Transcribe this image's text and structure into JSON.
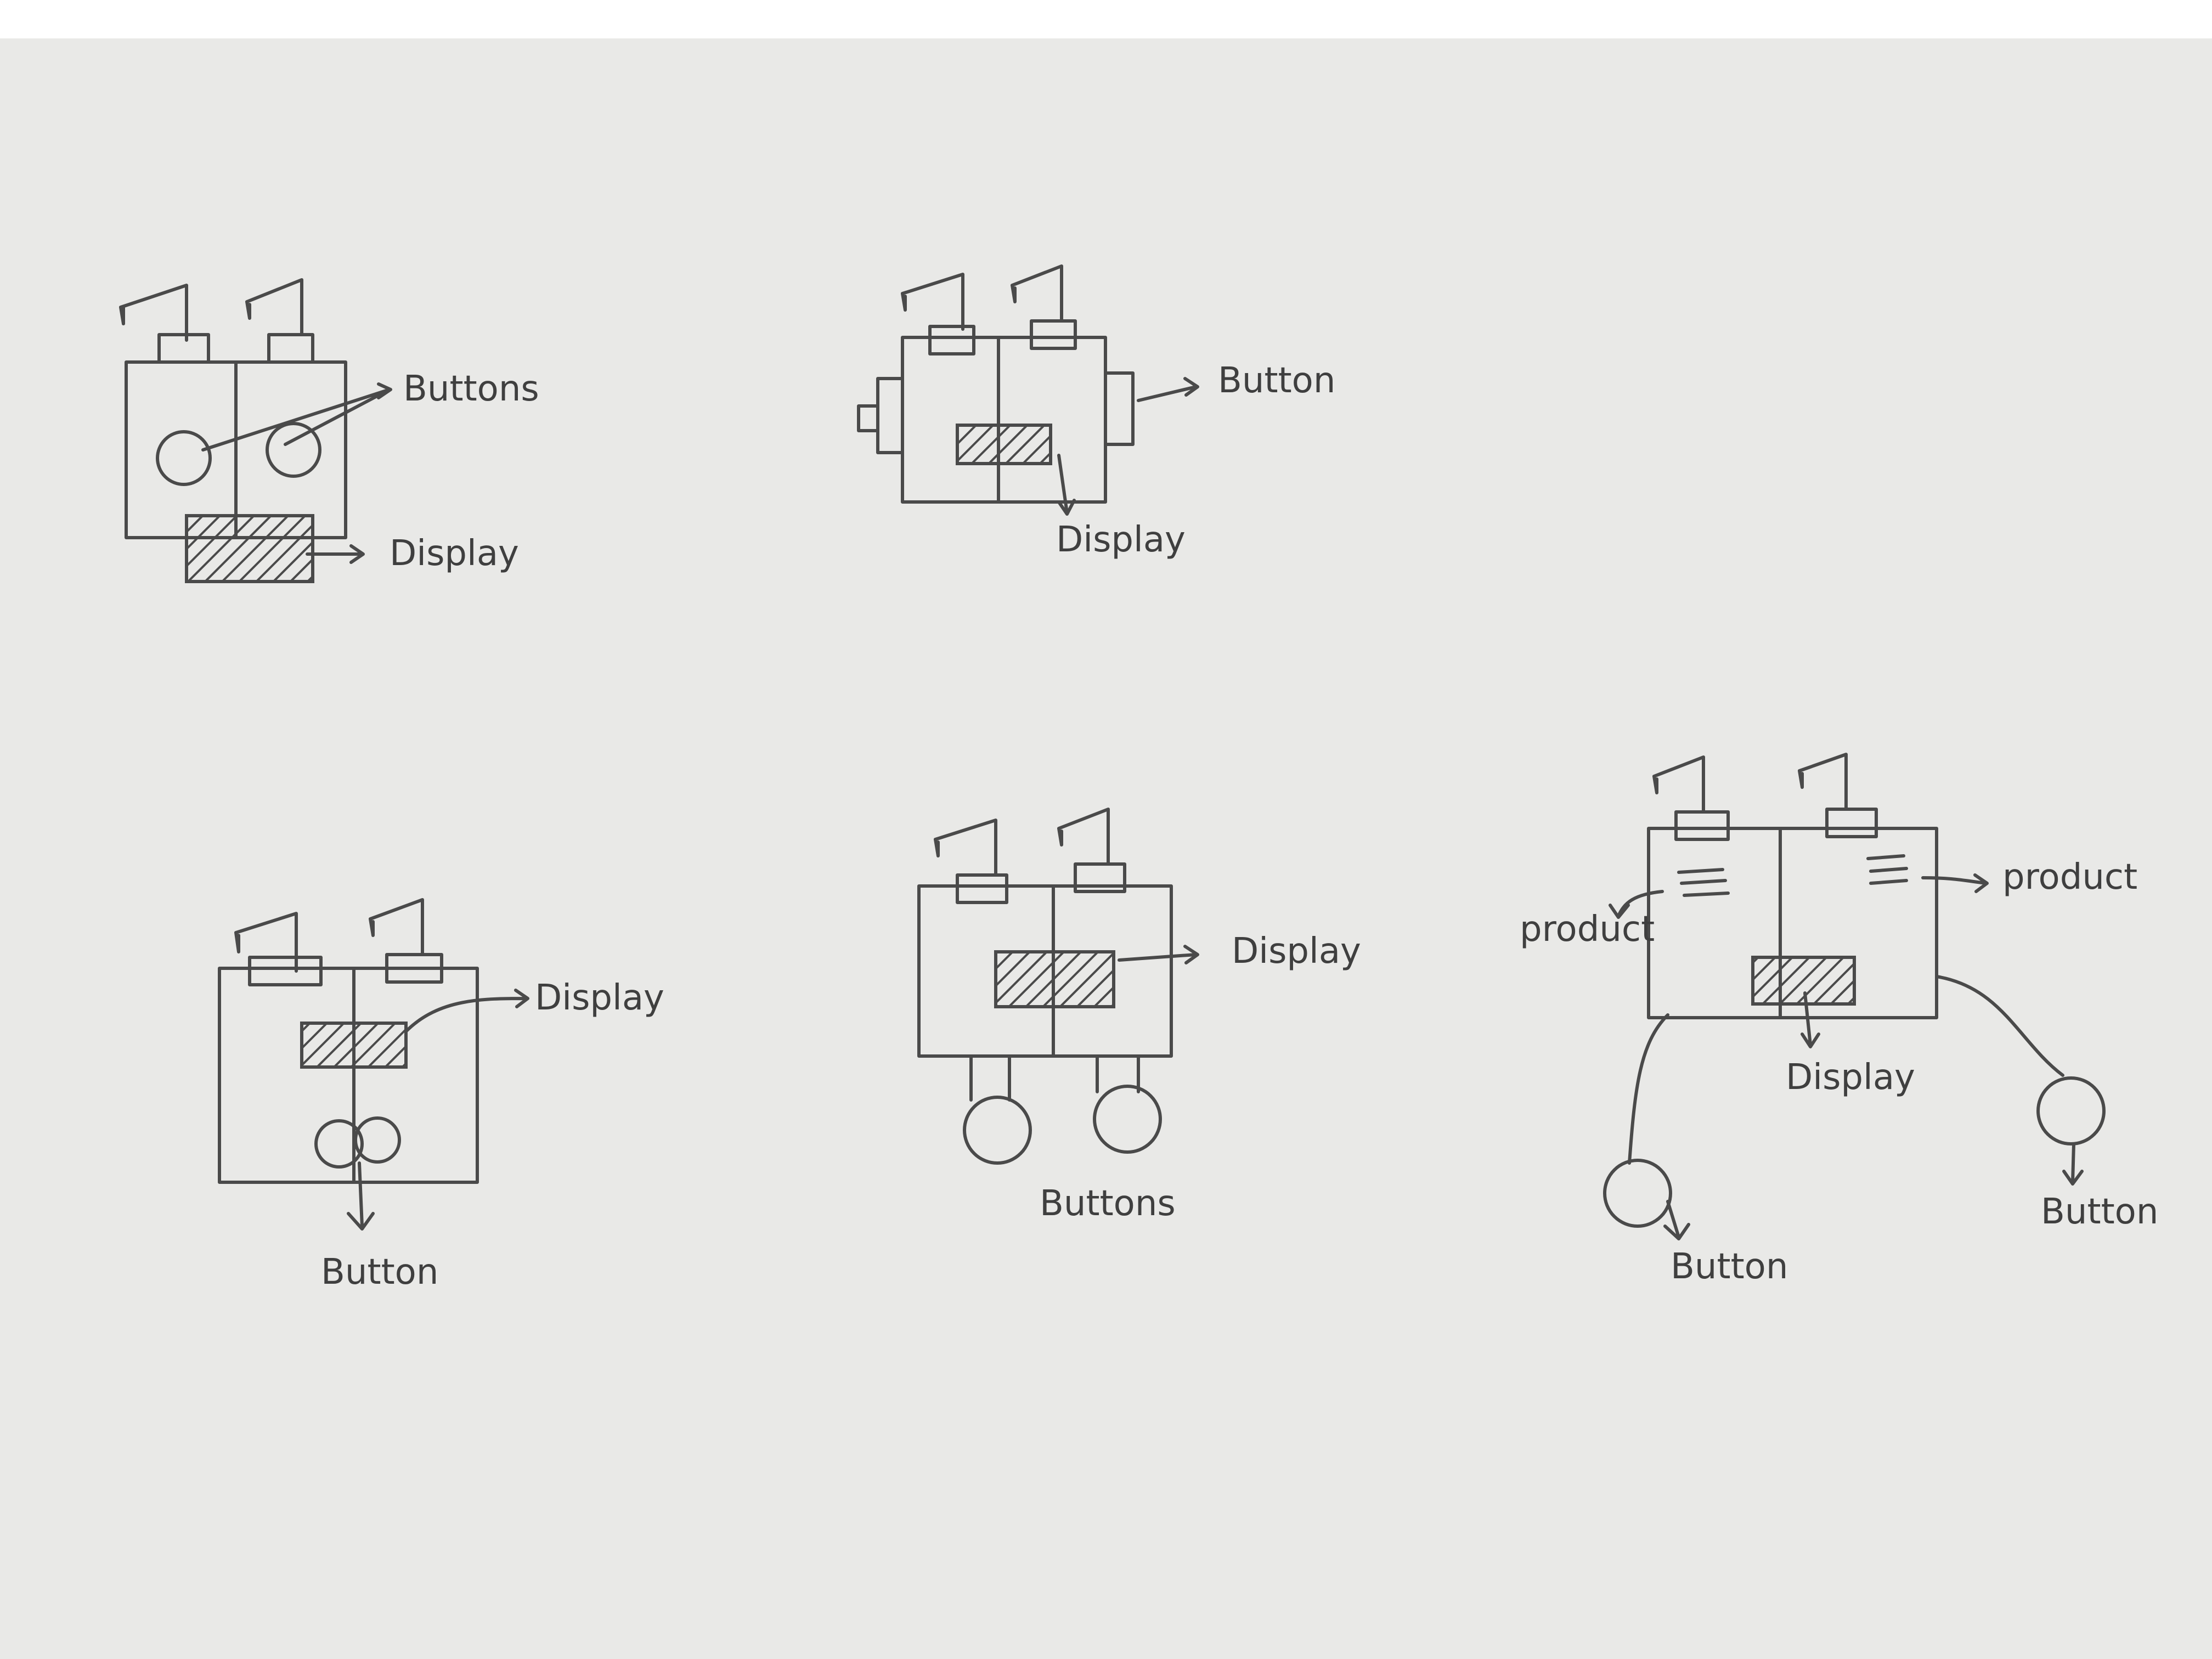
{
  "paper_color": "#e9e9e7",
  "ink_color": "#4a4a4a",
  "sketches": [
    {
      "id": "sketch-1",
      "labels": {
        "buttons": "Buttons",
        "display": "Display"
      }
    },
    {
      "id": "sketch-2",
      "labels": {
        "button": "Button",
        "display": "Display"
      }
    },
    {
      "id": "sketch-3",
      "labels": {
        "display": "Display",
        "button": "Button"
      }
    },
    {
      "id": "sketch-4",
      "labels": {
        "display": "Display",
        "buttons": "Buttons"
      }
    },
    {
      "id": "sketch-5",
      "labels": {
        "product_left": "product",
        "product_right": "product",
        "display": "Display",
        "button_left": "Button",
        "button_right": "Button"
      }
    }
  ]
}
